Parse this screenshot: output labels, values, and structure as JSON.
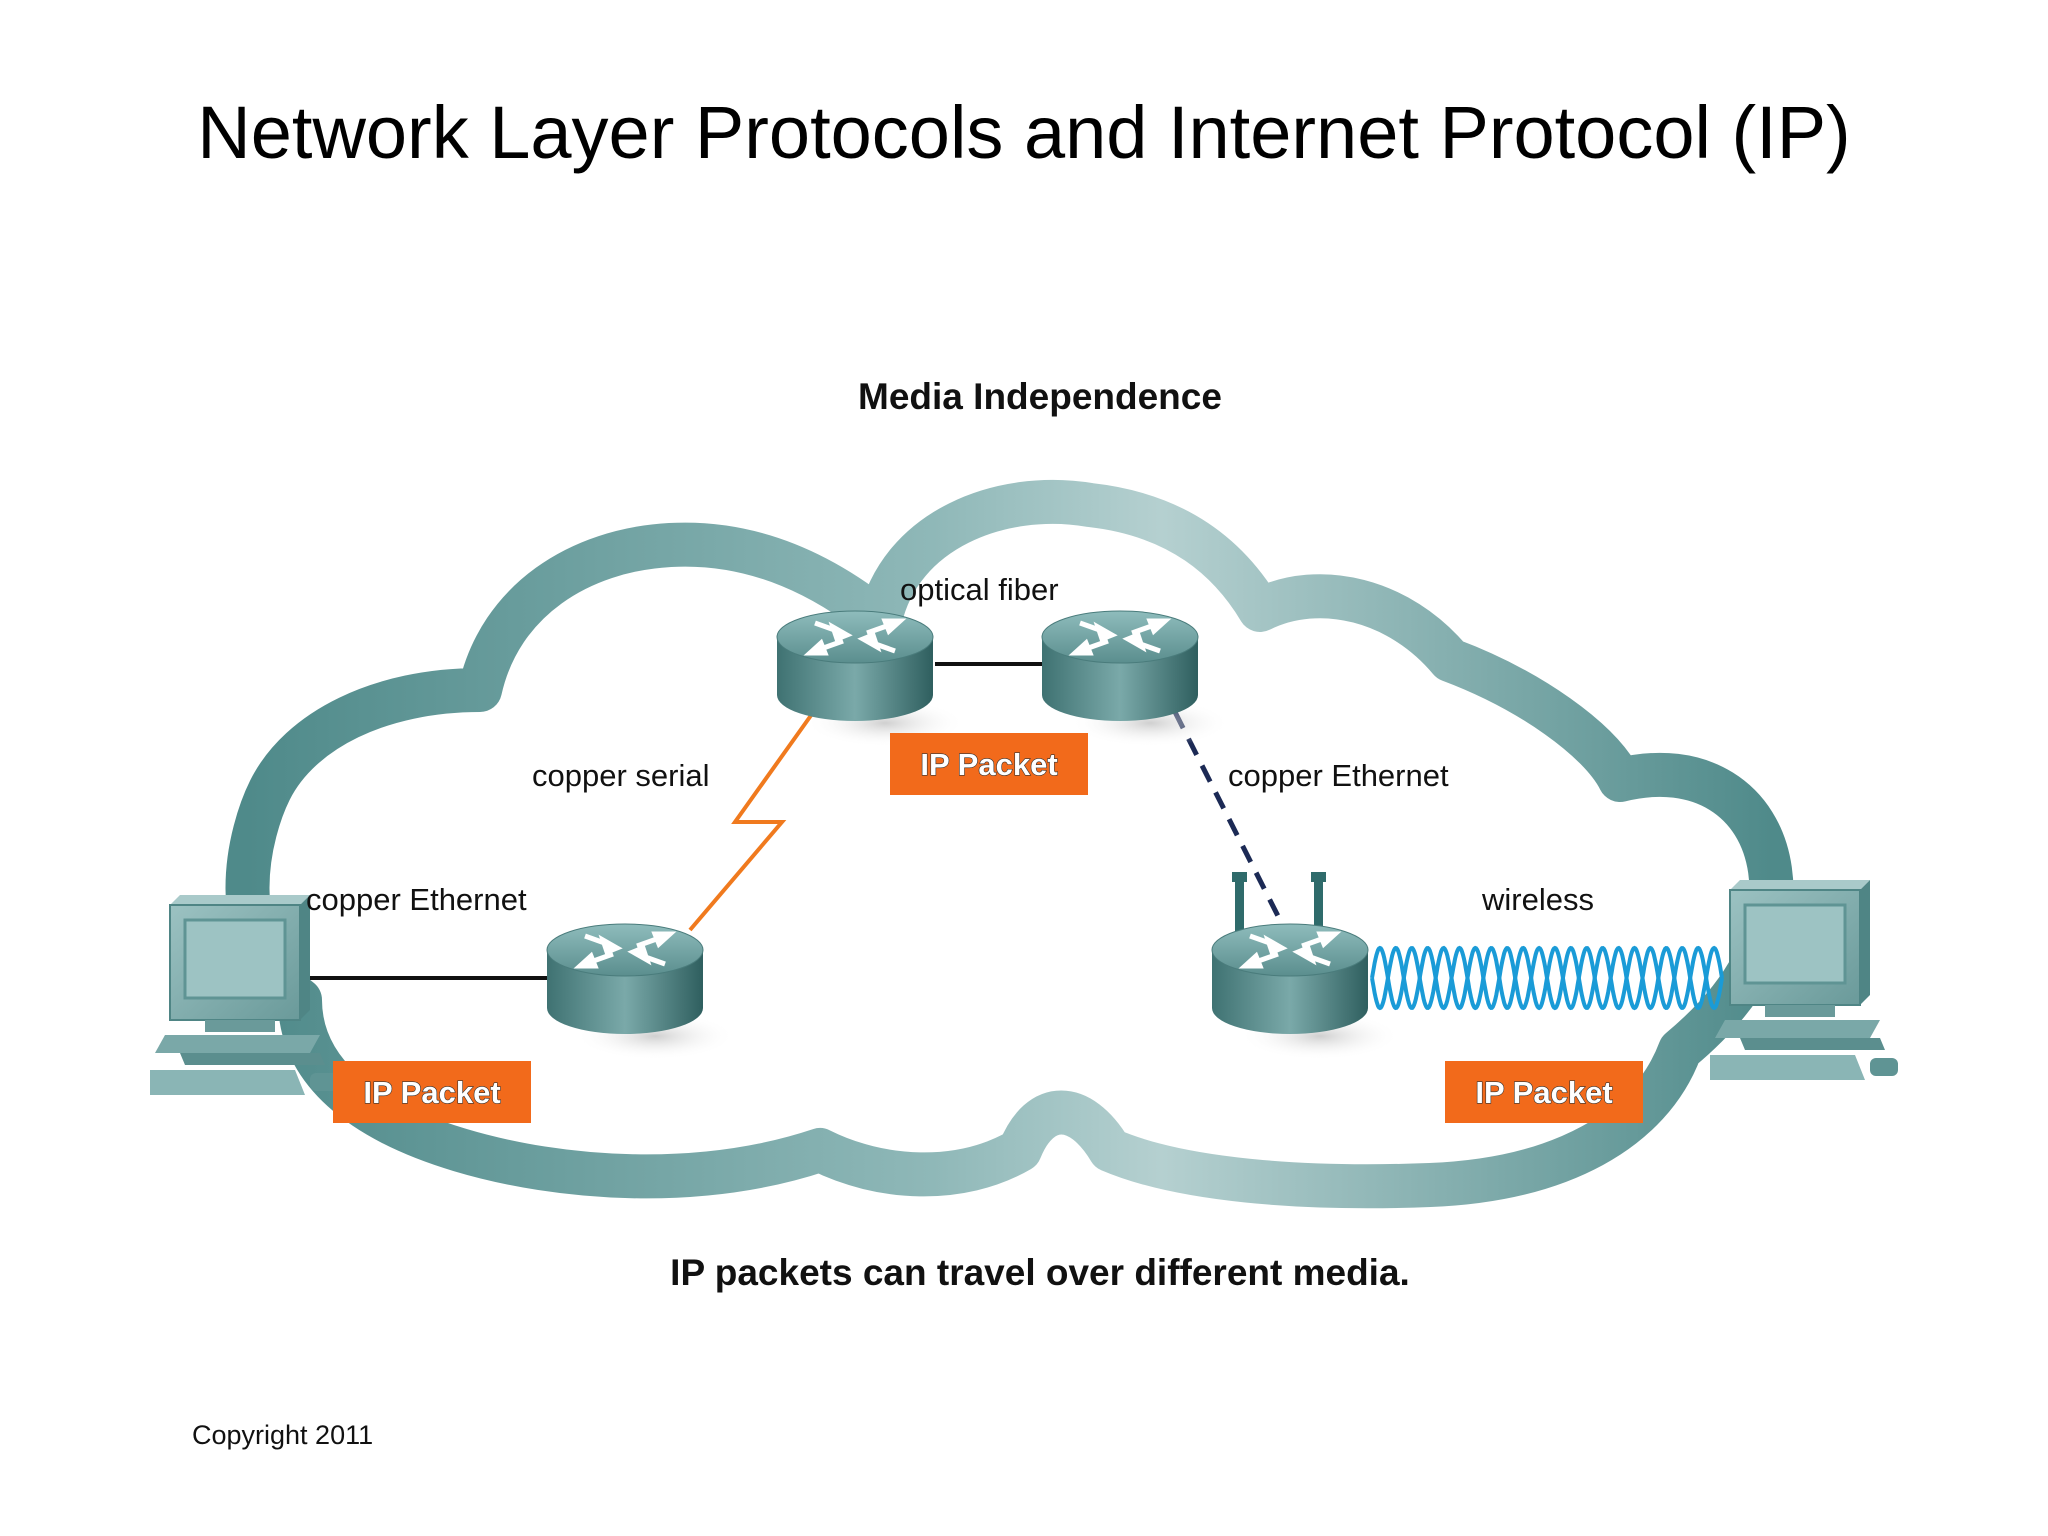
{
  "slide": {
    "title": "Network Layer Protocols and Internet Protocol (IP)",
    "copyright": "Copyright 2011"
  },
  "diagram": {
    "title": "Media Independence",
    "caption": "IP packets can travel over different media.",
    "media_labels": {
      "optical_fiber": "optical fiber",
      "copper_serial": "copper serial",
      "copper_ethernet_left": "copper Ethernet",
      "copper_ethernet_right": "copper Ethernet",
      "wireless": "wireless"
    },
    "packets": {
      "top": "IP Packet",
      "left": "IP Packet",
      "right": "IP Packet"
    },
    "icons": {
      "router": "router-icon",
      "wireless_router": "wireless-router-icon",
      "computer": "computer-icon",
      "cloud": "cloud-shape"
    },
    "colors": {
      "packet": "#f26a1b",
      "cloud": "#5f9494",
      "router": "#4f8585",
      "serial_link": "#f07a1e",
      "ethernet_dashed": "#1c2a55",
      "wireless_wave": "#1a9bd7"
    }
  }
}
